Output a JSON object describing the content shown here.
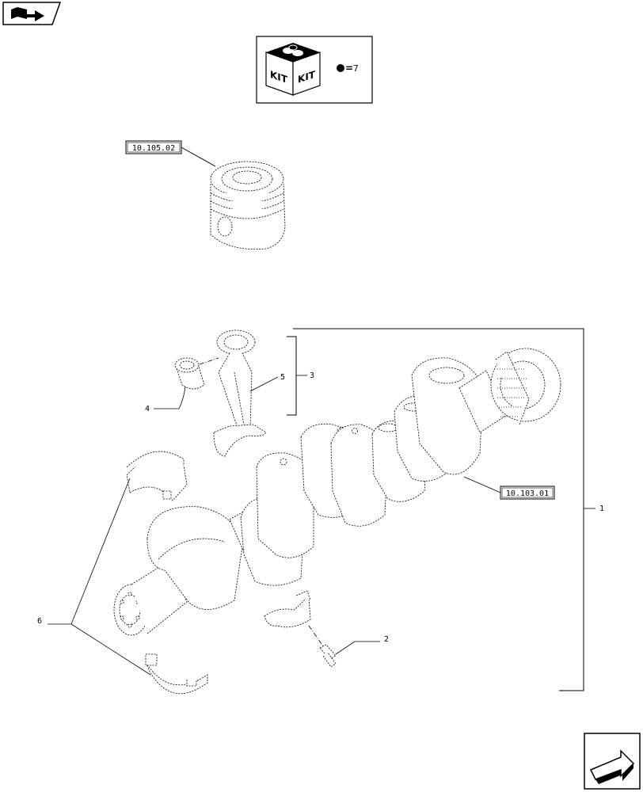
{
  "kit_legend": {
    "kit_label_1": "KIT",
    "kit_label_2": "KIT",
    "equals": "=",
    "quantity": "7"
  },
  "reference_boxes": {
    "piston_ref": "10.105.02",
    "crankshaft_ref": "10.103.01"
  },
  "callouts": {
    "bearing_shells": "6",
    "bushing": "4",
    "connecting_rod": "5",
    "rod_group": "3",
    "bolt": "2",
    "crank_group": "1"
  },
  "icons": {
    "top_nav": "book-arrow-icon",
    "bottom_nav": "next-page-arrow-icon"
  }
}
